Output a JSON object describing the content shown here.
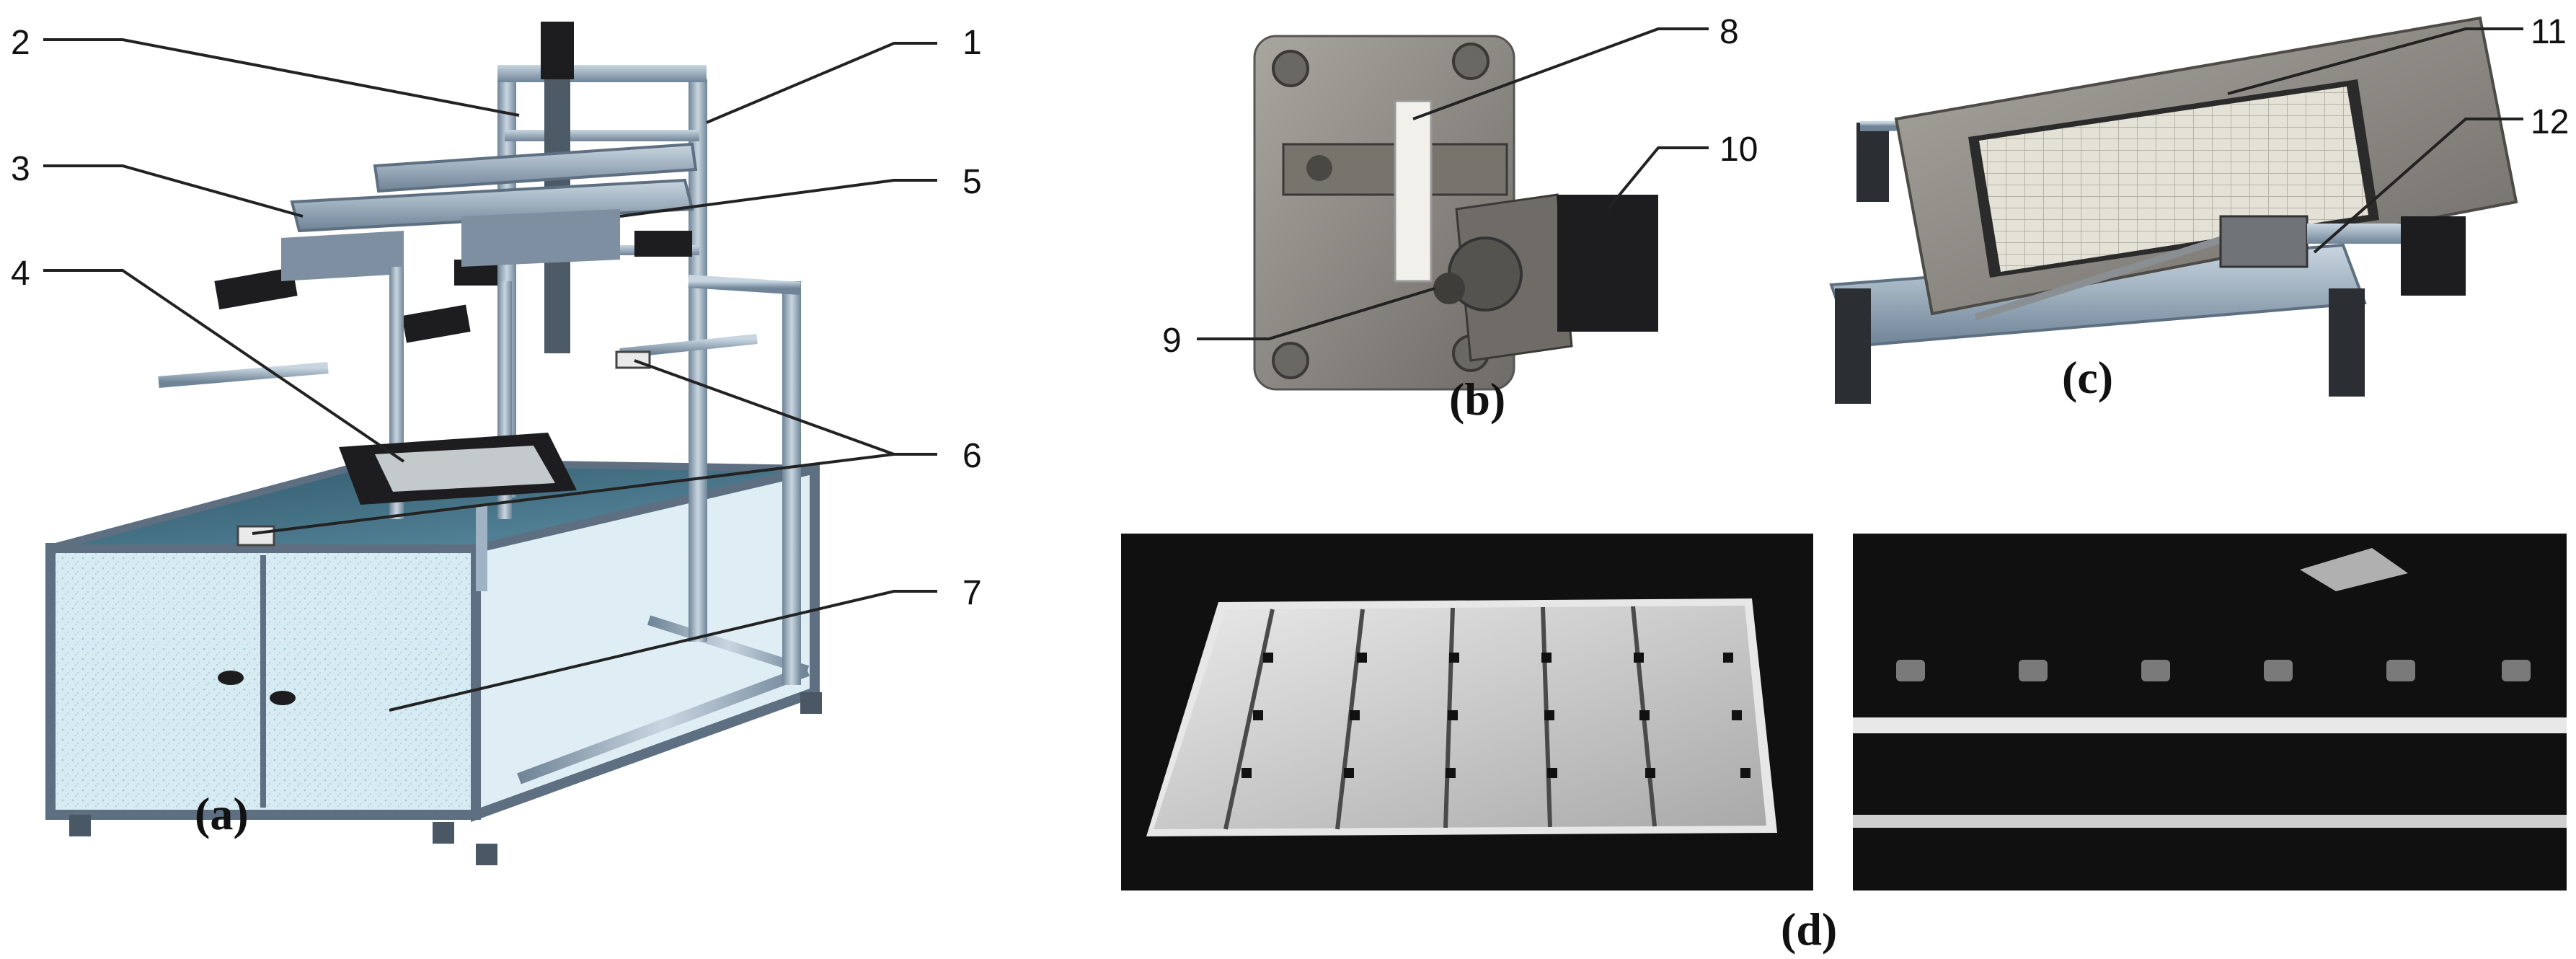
{
  "panels": [
    {
      "id": "a",
      "caption": "(a)"
    },
    {
      "id": "b",
      "caption": "(b)"
    },
    {
      "id": "c",
      "caption": "(c)"
    },
    {
      "id": "d",
      "caption": "(d)"
    }
  ],
  "callouts": [
    "1",
    "2",
    "3",
    "4",
    "5",
    "6",
    "7",
    "8",
    "9",
    "10",
    "11",
    "12"
  ],
  "colors": {
    "frame_aluminium": "#9fb3c4",
    "frame_dark": "#5d6f80",
    "glass": "#3e6a80",
    "cabinet_panel": "#d9ecf4",
    "motor_black": "#1d1d1f",
    "plate_grey": "#8a8884",
    "photo_bg": "#101010",
    "leader_line": "#222222"
  }
}
